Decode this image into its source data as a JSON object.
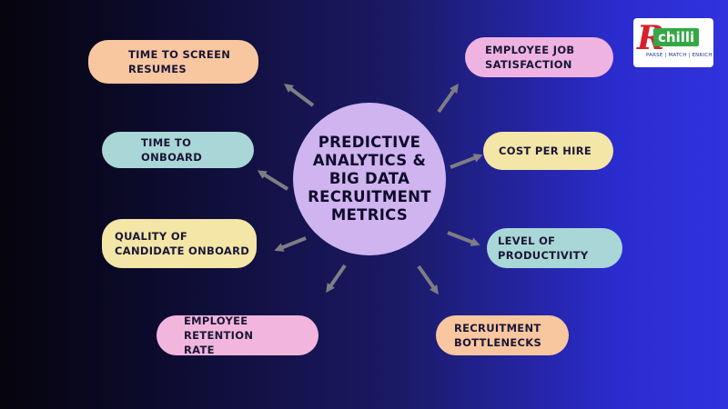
{
  "center": {
    "label": "PREDICTIVE\nANALYTICS &\nBIG DATA\nRECRUITMENT\nMETRICS"
  },
  "nodes": [
    {
      "id": "time-to-screen",
      "label": "TIME TO SCREEN\nRESUMES",
      "color": "#f8c7a0"
    },
    {
      "id": "time-to-onboard",
      "label": "TIME TO\nONBOARD",
      "color": "#a9d7d7"
    },
    {
      "id": "quality-of-candidate",
      "label": "QUALITY OF\nCANDIDATE ONBOARD",
      "color": "#f3e6a6"
    },
    {
      "id": "employee-retention",
      "label": "EMPLOYEE RETENTION\nRATE",
      "color": "#f2b6de"
    },
    {
      "id": "employee-job-satisfaction",
      "label": "EMPLOYEE JOB\nSATISFACTION",
      "color": "#efb3e2"
    },
    {
      "id": "cost-per-hire",
      "label": "COST PER HIRE",
      "color": "#f3e6a6"
    },
    {
      "id": "level-of-productivity",
      "label": "LEVEL OF\nPRODUCTIVITY",
      "color": "#a9d7d7"
    },
    {
      "id": "recruitment-bottlenecks",
      "label": "RECRUITMENT\nBOTTLENECKS",
      "color": "#f8c7a0"
    }
  ],
  "logo": {
    "letter": "R",
    "name": "chilli",
    "tagline": "PARSE | MATCH | ENRICH"
  },
  "colors": {
    "center": "#cfb4f0",
    "arrow": "#7d7d85"
  }
}
